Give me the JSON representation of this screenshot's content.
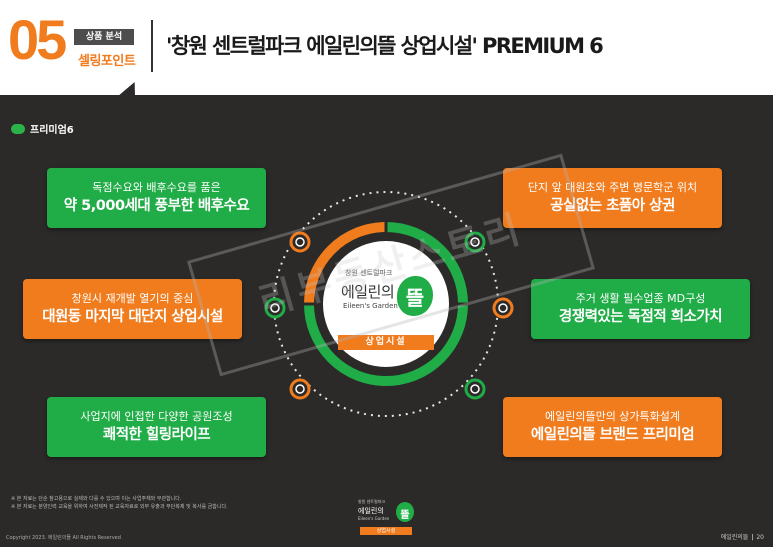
{
  "header": {
    "number": "05",
    "tag": "상품 분석",
    "subtitle": "셀링포인트",
    "title": "'창원 센트럴파크 에일린의뜰 상업시설' PREMIUM 6"
  },
  "section": {
    "label": "프리미엄6"
  },
  "cards": [
    {
      "line1": "독점수요와 배후수요를 품은",
      "line2": "약 5,000세대 풍부한 배후수요"
    },
    {
      "line1": "단지 앞 대원초와 주변 명문학군 위치",
      "line2": "공실없는 초품아 상권"
    },
    {
      "line1": "창원시 재개발 열기의 중심",
      "line2": "대원동 마지막 대단지 상업시설"
    },
    {
      "line1": "주거 생활 필수업종 MD구성",
      "line2": "경쟁력있는 독점적 희소가치"
    },
    {
      "line1": "사업지에 인접한 다양한 공원조성",
      "line2": "쾌적한 힐링라이프"
    },
    {
      "line1": "에일린의뜰만의 상가특화설계",
      "line2": "에일린의뜰 브랜드 프리미엄"
    }
  ],
  "center": {
    "small": "창원 센트럴파크",
    "main": "에일린의",
    "eng": "Eileen's Garden",
    "char": "뜰",
    "label": "상업시설"
  },
  "watermark": "리부동산스토리",
  "notes": [
    "※ 본 자료는 단순 참고용으로 실제와 다를 수 있으며 이는 사업주체와 무관합니다.",
    "※ 본 자료는 분양인력 교육을 위하여 사전제작 된 교육자료로 외부 유출과 무단복제 및 복사를 금합니다."
  ],
  "footer": {
    "copyright": "Copyright 2023. 에일린의뜰 All Rights Reserved",
    "brand": "에일린의뜰",
    "page": "20",
    "logo_small": "창원 센트럴파크",
    "logo_main": "에일린의",
    "logo_eng": "Eileen's Garden",
    "logo_char": "뜰",
    "logo_label": "상업시설"
  },
  "colors": {
    "orange": "#f07c1e",
    "green": "#20ac47",
    "panel": "#2b2a29"
  }
}
